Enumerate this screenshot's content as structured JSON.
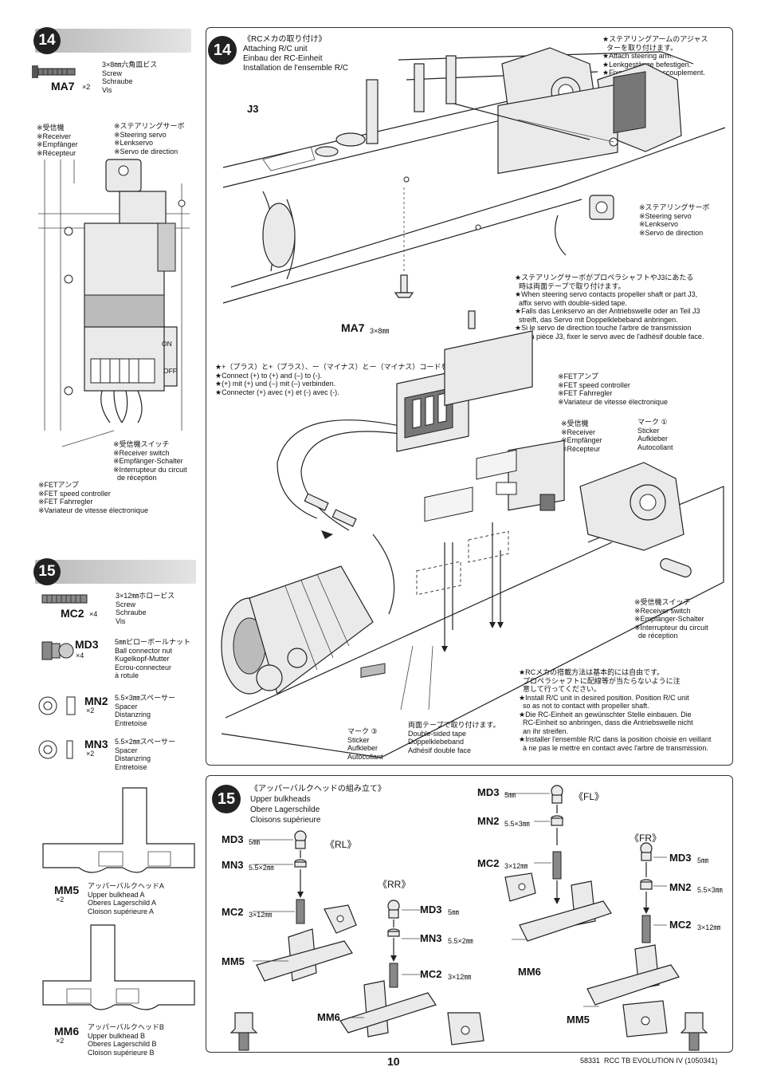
{
  "step14": {
    "badge": "14",
    "title_lines": [
      "《RCメカの取り付け》",
      "Attaching R/C unit",
      "Einbau der RC-Einheit",
      "Installation de l'ensemble R/C"
    ],
    "parts": {
      "screw": {
        "code": "MA7",
        "qty": "×2",
        "desc": "3×8㎜六角皿ビス\nScrew\nSchraube\nVis"
      }
    },
    "left_labels": {
      "receiver": "※受信機\n※Receiver\n※Empfänger\n※Récepteur",
      "servo": "※ステアリングサーボ\n※Steering servo\n※Lenkservo\n※Servo de direction",
      "switch": "※受信機スイッチ\n※Receiver switch\n※Empfänger-Schalter\n※Interrupteur du circuit\n  de réception",
      "fet": "※FETアンプ\n※FET speed controller\n※FET Fahrregler\n※Variateur de vitesse électronique",
      "on": "ON",
      "off": "OFF"
    },
    "main": {
      "j3": "J3",
      "steering_note": "★ステアリングアームのアジャス\n  ターを取り付けます。\n★Attach steering arm.\n★Lenkgestänge befestigen.\n★Fixer la barre d'accouplement.",
      "servo_label": "※ステアリングサーボ\n※Steering servo\n※Lenkservo\n※Servo de direction",
      "tape_note": "★ステアリングサーボがプロペラシャフトやJ3にあたる\n  時は両面テープで取り付けます。\n★When steering servo contacts propeller shaft or part J3,\n  affix servo with double-sided tape.\n★Falls das Lenkservo an der Antriebswelle oder an Teil J3\n  streift, das Servo mit Doppelklebeband anbringen.\n★Si le servo de direction touche l'arbre de transmission\n  ou la pièce J3, fixer le servo avec de l'adhésif double face.",
      "screw_code": "MA7",
      "screw_size": "3×8㎜"
    },
    "wiring": {
      "note": "★+（プラス）と+（プラス）、ー（マイナス）とー（マイナス）コードをつなぎます。\n★Connect (+) to (+) and (–) to (-).\n★(+) mit (+) und (–) mit (–) verbinden.\n★Connecter (+) avec (+) et (-) avec (-).",
      "fet": "※FETアンプ\n※FET speed controller\n※FET Fahrregler\n※Variateur de vitesse électronique",
      "receiver": "※受信機\n※Receiver\n※Empfänger\n※Récepteur",
      "sticker1": "マーク ①\nSticker\nAufkleber\nAutocollant",
      "switch": "※受信機スイッチ\n※Receiver switch\n※Empfänger-Schalter\n※Interrupteur du circuit\n  de réception",
      "install_note": "★RCメカの搭載方法は基本的には自由です。\n  プロペラシャフトに配線等が当たらないように注\n  意して行ってください。\n★Install R/C unit in desired position. Position R/C unit\n  so as not to contact with propeller shaft.\n★Die RC-Einheit an gewünschter Stelle einbauen. Die\n  RC-Einheit so anbringen, dass die Antriebswelle nicht\n  an ihr streifen.\n★Installer l'ensemble R/C dans la position choisie en veillant\n  à ne pas le mettre en contact avec l'arbre de transmission.",
      "sticker3": "マーク ③\nSticker\nAufkleber\nAutocollant",
      "tape": "両面テープで取り付けます。\nDouble-sided tape\nDoppelklebeband\nAdhésif double face"
    }
  },
  "step15": {
    "badge": "15",
    "title_lines": [
      "《アッパーバルクヘッドの組み立て》",
      "Upper bulkheads",
      "Obere Lagerschilde",
      "Cloisons supérieure"
    ],
    "parts": [
      {
        "code": "MC2",
        "qty": "×4",
        "desc": "3×12㎜ホロービス\nScrew\nSchraube\nVis"
      },
      {
        "code": "MD3",
        "qty": "×4",
        "desc": "5㎜ピローボールナット\nBall connector nut\nKugelkopf-Mutter\nEcrou-connecteur\nà rotule"
      },
      {
        "code": "MN2",
        "qty": "×2",
        "desc": "5.5×3㎜スペーサー\nSpacer\nDistanzring\nEntretoise"
      },
      {
        "code": "MN3",
        "qty": "×2",
        "desc": "5.5×2㎜スペーサー\nSpacer\nDistanzring\nEntretoise"
      }
    ],
    "bulkheads": [
      {
        "code": "MM5",
        "qty": "×2",
        "desc": "アッパーバルクヘッドA\nUpper bulkhead A\nOberes Lagerschild A\nCloison supérieure A"
      },
      {
        "code": "MM6",
        "qty": "×2",
        "desc": "アッパーバルクヘッドB\nUpper bulkhead B\nOberes Lagerschild B\nCloison supérieure B"
      }
    ],
    "positions": {
      "rl": "《RL》",
      "rr": "《RR》",
      "fl": "《FL》",
      "fr": "《FR》"
    },
    "sizes": {
      "md3": "5㎜",
      "mn3": "5.5×2㎜",
      "mn2": "5.5×3㎜",
      "mc2": "3×12㎜"
    },
    "codes": {
      "md3": "MD3",
      "mn3": "MN3",
      "mn2": "MN2",
      "mc2": "MC2",
      "mm5": "MM5",
      "mm6": "MM6"
    }
  },
  "footer": {
    "page_number": "10",
    "doc_id": "58331  RCC TB EVOLUTION IV (1050341)"
  }
}
